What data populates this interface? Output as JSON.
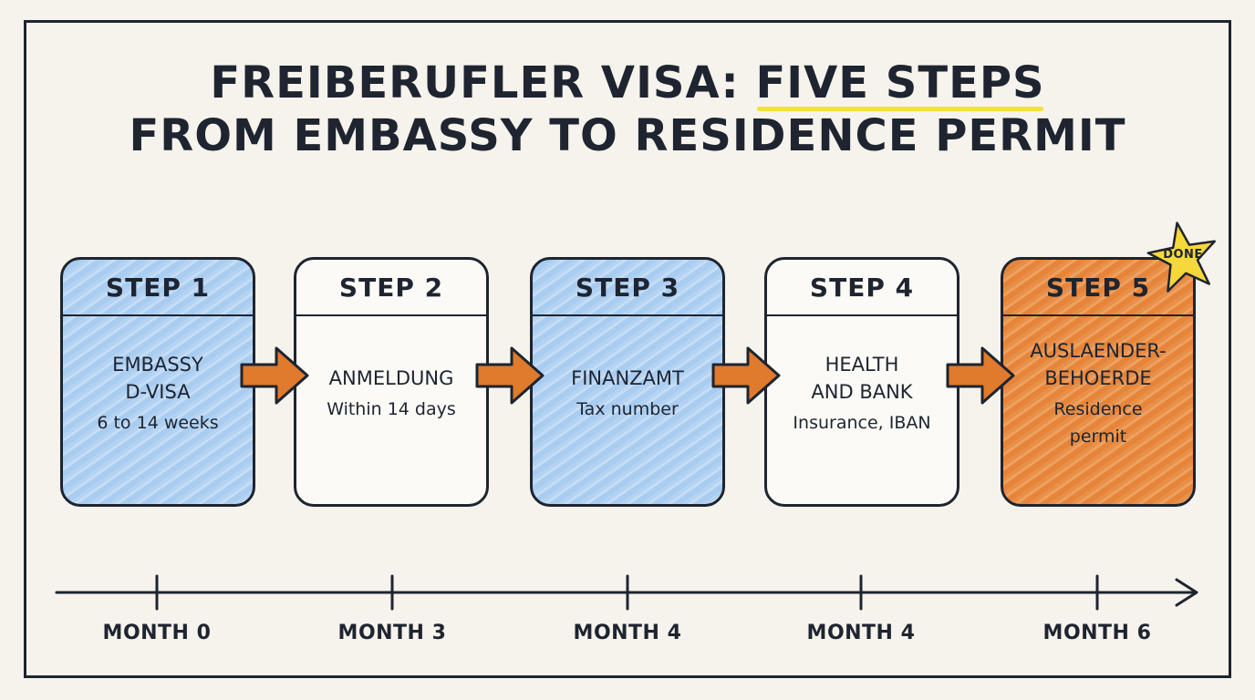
{
  "title": {
    "before": "FREIBERUFLER VISA: ",
    "highlight": "FIVE STEPS",
    "after": " FROM EMBASSY TO RESIDENCE PERMIT"
  },
  "steps": [
    {
      "label": "STEP 1",
      "name": "EMBASSY\nD-VISA",
      "detail": "6 to 14 weeks",
      "color": "#a9cdf1"
    },
    {
      "label": "STEP 2",
      "name": "ANMELDUNG",
      "detail": "Within 14 days",
      "color": "#fbfaf6"
    },
    {
      "label": "STEP 3",
      "name": "FINANZAMT",
      "detail": "Tax number",
      "color": "#a9cdf1"
    },
    {
      "label": "STEP 4",
      "name": "HEALTH\nAND BANK",
      "detail": "Insurance, IBAN",
      "color": "#fbfaf6"
    },
    {
      "label": "STEP 5",
      "name": "AUSLAENDER-\nBEHOERDE",
      "detail": "Residence\npermit",
      "color": "#e6853a"
    }
  ],
  "badge": {
    "label": "DONE",
    "color": "#f6d83a"
  },
  "timeline": {
    "months": [
      "MONTH 0",
      "MONTH 3",
      "MONTH 4",
      "MONTH 4",
      "MONTH 6"
    ]
  },
  "colors": {
    "ink": "#1e2430",
    "arrow": "#e07a2c",
    "highlight": "#f3e238",
    "background": "#f6f3ec"
  }
}
